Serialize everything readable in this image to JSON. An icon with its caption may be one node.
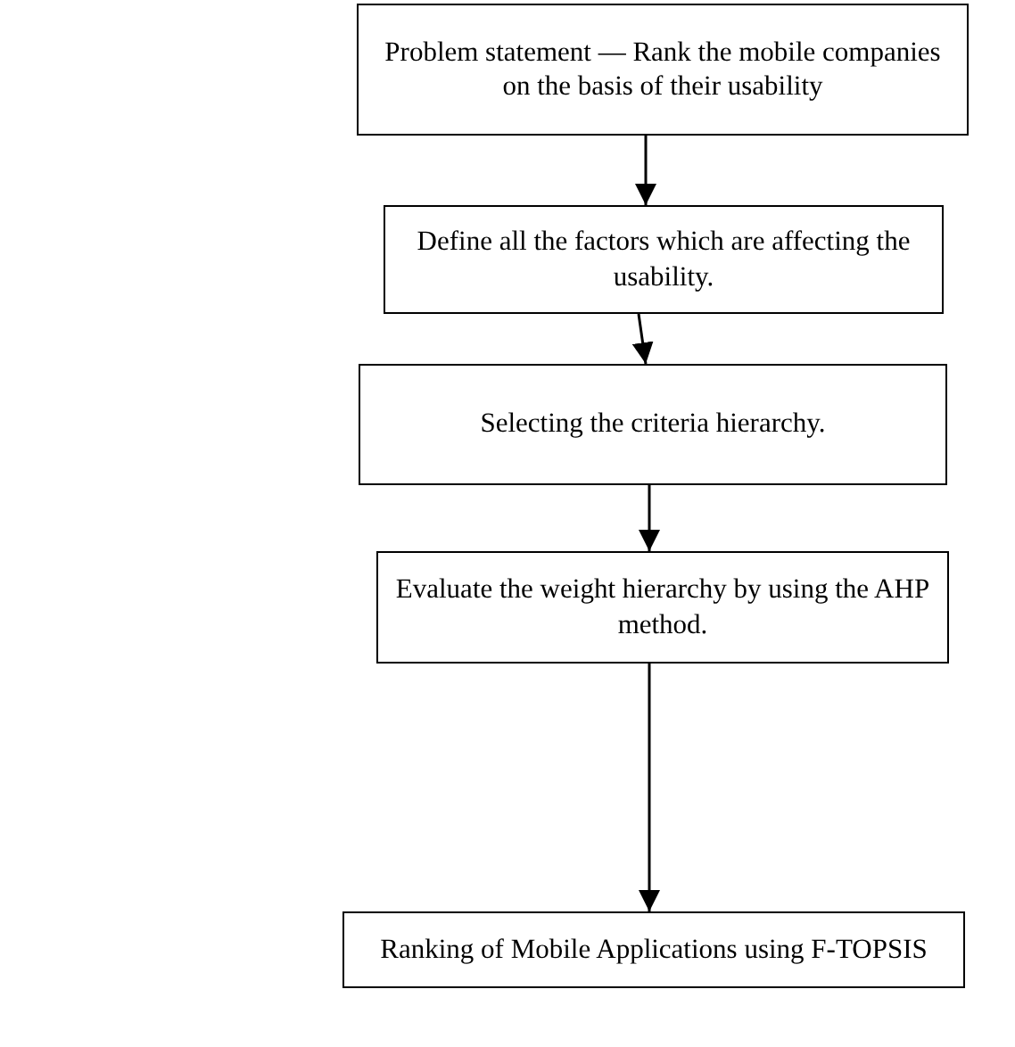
{
  "diagram": {
    "nodes": [
      {
        "text": [
          "Problem statement ― Rank the mobile companies on the basis of their usability"
        ]
      },
      {
        "text": [
          "Define all the factors which are affecting the usability."
        ]
      },
      {
        "text": [
          "Selecting the criteria hierarchy."
        ]
      },
      {
        "text": [
          "Evaluate the weight hierarchy by using the AHP method."
        ]
      },
      {
        "text": [
          "Ranking of Mobile Applications using F-TOPSIS"
        ]
      }
    ],
    "edges": [
      {
        "from": 0,
        "to": 1,
        "arrow": "to"
      },
      {
        "from": 1,
        "to": 2,
        "arrow": "to"
      },
      {
        "from": 2,
        "to": 3,
        "arrow": "to"
      },
      {
        "from": 3,
        "to": 4,
        "arrow": "to"
      }
    ]
  }
}
